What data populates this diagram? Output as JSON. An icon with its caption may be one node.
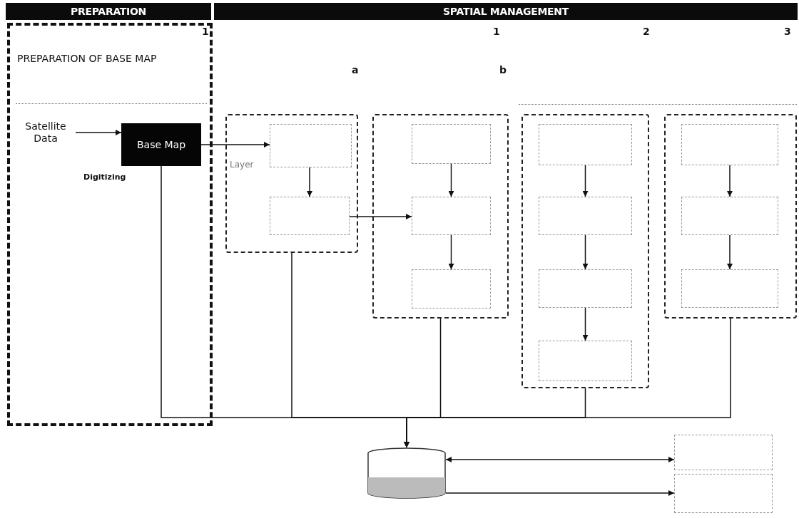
{
  "diagram": {
    "nodes": [
      {
        "text": [
          "PREPARATION"
        ]
      },
      {
        "text": [
          "SPATIAL MANAGEMENT"
        ]
      },
      {
        "text": [
          "PREPARATION OF BASE MAP"
        ]
      },
      {
        "text": [
          "Satellite Data"
        ],
        "in": 2
      },
      {
        "text": [
          "Base Map"
        ],
        "in": 2
      },
      {
        "text": [
          "Layer"
        ]
      },
      {
        "text": [],
        "shape": "box",
        "in": 5
      },
      {
        "text": [],
        "shape": "box",
        "in": 5
      },
      {
        "text": [],
        "shape": "box"
      },
      {
        "text": [],
        "shape": "box",
        "in": 8
      },
      {
        "text": [],
        "shape": "box",
        "in": 8
      },
      {
        "text": [],
        "shape": "box",
        "in": 8
      },
      {
        "text": [],
        "shape": "box"
      },
      {
        "text": [],
        "shape": "box",
        "in": 12
      },
      {
        "text": [],
        "shape": "box",
        "in": 12
      },
      {
        "text": [],
        "shape": "box",
        "in": 12
      },
      {
        "text": [],
        "shape": "box",
        "in": 12
      },
      {
        "text": [],
        "shape": "box"
      },
      {
        "text": [],
        "shape": "box",
        "in": 17
      },
      {
        "text": [],
        "shape": "box",
        "in": 17
      },
      {
        "text": [],
        "shape": "box",
        "in": 17
      },
      {
        "text": [],
        "shape": "cylinder"
      },
      {
        "text": [],
        "shape": "box"
      },
      {
        "text": [],
        "shape": "box"
      }
    ],
    "edges": [
      {
        "from": 3,
        "to": 4,
        "arrow": "to"
      },
      {
        "from": 4,
        "to": 6,
        "arrow": "to"
      },
      {
        "from": 6,
        "to": 7,
        "arrow": "to"
      },
      {
        "from": 7,
        "to": 10,
        "arrow": "to"
      },
      {
        "from": 9,
        "to": 10,
        "arrow": "to"
      },
      {
        "from": 10,
        "to": 11,
        "arrow": "to"
      },
      {
        "from": 13,
        "to": 14,
        "arrow": "to"
      },
      {
        "from": 14,
        "to": 15,
        "arrow": "to"
      },
      {
        "from": 15,
        "to": 16,
        "arrow": "to"
      },
      {
        "from": 18,
        "to": 19,
        "arrow": "to"
      },
      {
        "from": 19,
        "to": 20,
        "arrow": "to"
      },
      {
        "from": 4,
        "to": 21,
        "arrow": "to"
      },
      {
        "from": 5,
        "to": 21,
        "arrow": "to"
      },
      {
        "from": 8,
        "to": 21,
        "arrow": "to"
      },
      {
        "from": 12,
        "to": 21,
        "arrow": "to"
      },
      {
        "from": 17,
        "to": 21,
        "arrow": "to"
      },
      {
        "from": 21,
        "to": 22,
        "arrow": "both"
      },
      {
        "from": 21,
        "to": 23,
        "arrow": "to"
      }
    ],
    "labels": [
      "1",
      "1",
      "2",
      "3",
      "a",
      "b",
      "Digitizing"
    ]
  }
}
